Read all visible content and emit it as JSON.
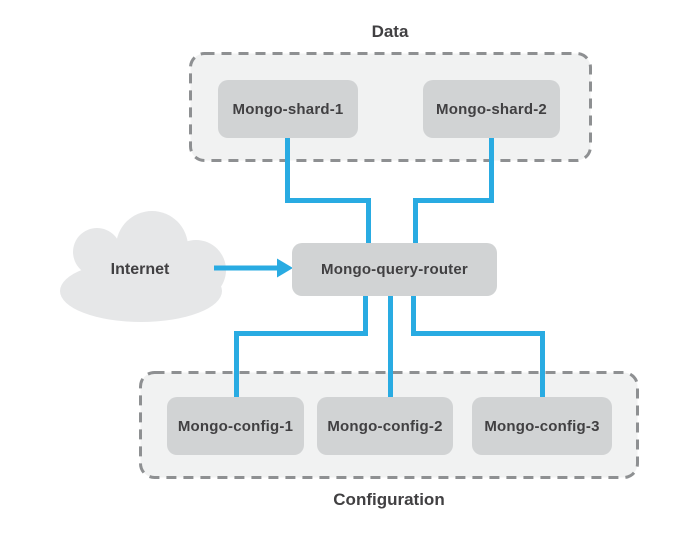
{
  "diagram": {
    "top_group": {
      "label": "Data",
      "nodes": [
        {
          "label": "Mongo-shard-1"
        },
        {
          "label": "Mongo-shard-2"
        }
      ]
    },
    "router": {
      "label": "Mongo-query-router"
    },
    "bottom_group": {
      "label": "Configuration",
      "nodes": [
        {
          "label": "Mongo-config-1"
        },
        {
          "label": "Mongo-config-2"
        },
        {
          "label": "Mongo-config-3"
        }
      ]
    },
    "internet": {
      "label": "Internet"
    },
    "connections": [
      {
        "from": "Internet",
        "to": "Mongo-query-router",
        "arrow": true
      },
      {
        "from": "Mongo-shard-1",
        "to": "Mongo-query-router",
        "arrow": false
      },
      {
        "from": "Mongo-shard-2",
        "to": "Mongo-query-router",
        "arrow": false
      },
      {
        "from": "Mongo-query-router",
        "to": "Mongo-config-1",
        "arrow": false
      },
      {
        "from": "Mongo-query-router",
        "to": "Mongo-config-2",
        "arrow": false
      },
      {
        "from": "Mongo-query-router",
        "to": "Mongo-config-3",
        "arrow": false
      }
    ],
    "colors": {
      "connector": "#29abe2",
      "node_fill": "#d1d3d4",
      "group_fill": "#f1f2f2",
      "group_border": "#8e9092",
      "cloud_fill": "#e6e7e8",
      "text": "#414042",
      "bg": "#ffffff"
    }
  }
}
